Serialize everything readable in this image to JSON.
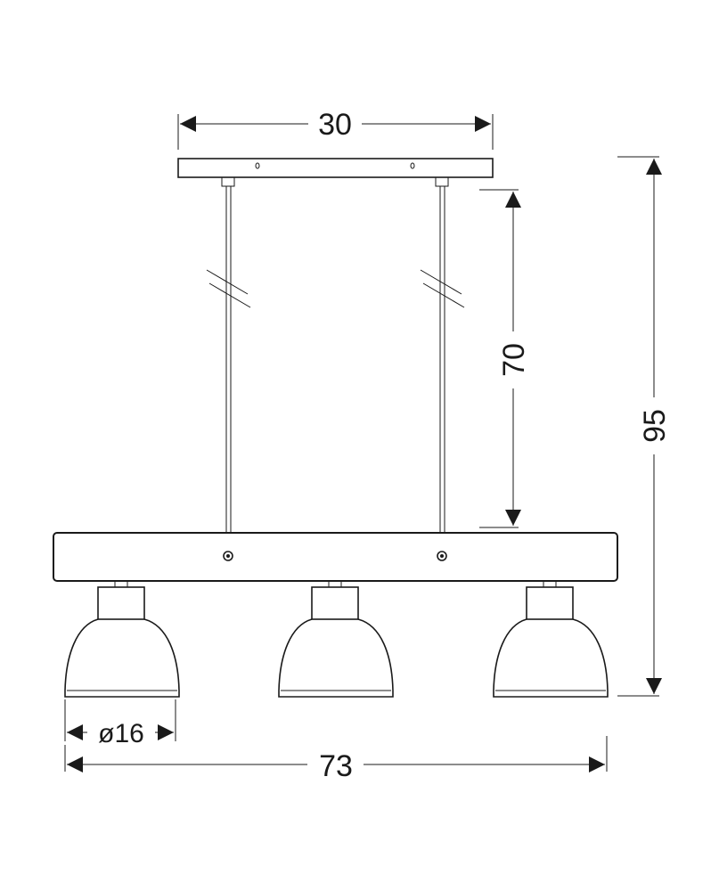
{
  "dimensions": {
    "canopy_width": "30",
    "cable_length": "70",
    "total_height": "95",
    "shade_diameter": "ø16",
    "total_width": "73"
  },
  "colors": {
    "line": "#1a1a1a",
    "background": "#ffffff"
  }
}
